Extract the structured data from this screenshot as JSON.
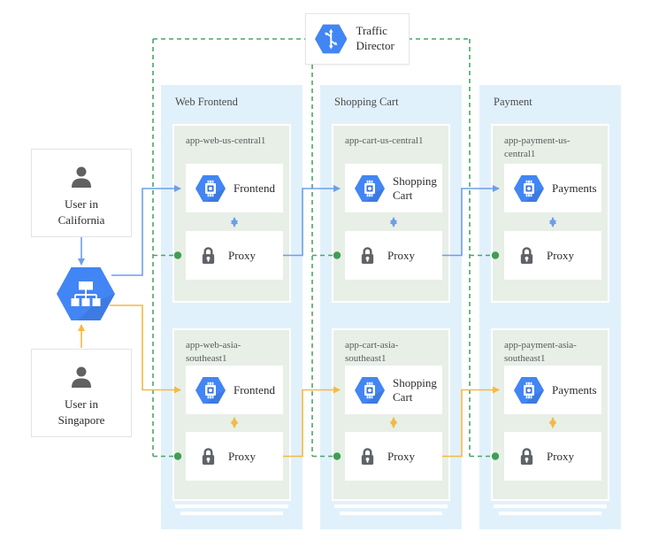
{
  "diagram": {
    "traffic_director_label": "Traffic Director",
    "proxy_label": "Proxy",
    "users": [
      {
        "label": "User in California"
      },
      {
        "label": "User in Singapore"
      }
    ],
    "columns": [
      {
        "label": "Web Frontend",
        "regions": [
          {
            "name": "app-web-us-central1",
            "service": "Frontend"
          },
          {
            "name": "app-web-asia-southeast1",
            "service": "Frontend"
          }
        ]
      },
      {
        "label": "Shopping Cart",
        "regions": [
          {
            "name": "app-cart-us-central1",
            "service": "Shopping Cart"
          },
          {
            "name": "app-cart-asia-southeast1",
            "service": "Shopping Cart"
          }
        ]
      },
      {
        "label": "Payment",
        "regions": [
          {
            "name": "app-payment-us-central1",
            "service": "Payments"
          },
          {
            "name": "app-payment-asia-southeast1",
            "service": "Payments"
          }
        ]
      }
    ],
    "icons": {
      "traffic_director": "traffic-director-hexagon-icon",
      "load_balancer": "load-balancer-hexagon-icon",
      "service": "compute-engine-hexagon-icon",
      "proxy": "lock-icon",
      "user": "person-icon"
    },
    "colors": {
      "line_blue": "#6d9eeb",
      "line_orange": "#f5b942",
      "dash_green": "#4ea36b",
      "dot_green": "#3f9e54",
      "hexagon_blue": "#4285f4",
      "column_bg": "#e1f1fb",
      "region_bg": "#e7efe7",
      "icon_gray": "#5f6368"
    }
  }
}
